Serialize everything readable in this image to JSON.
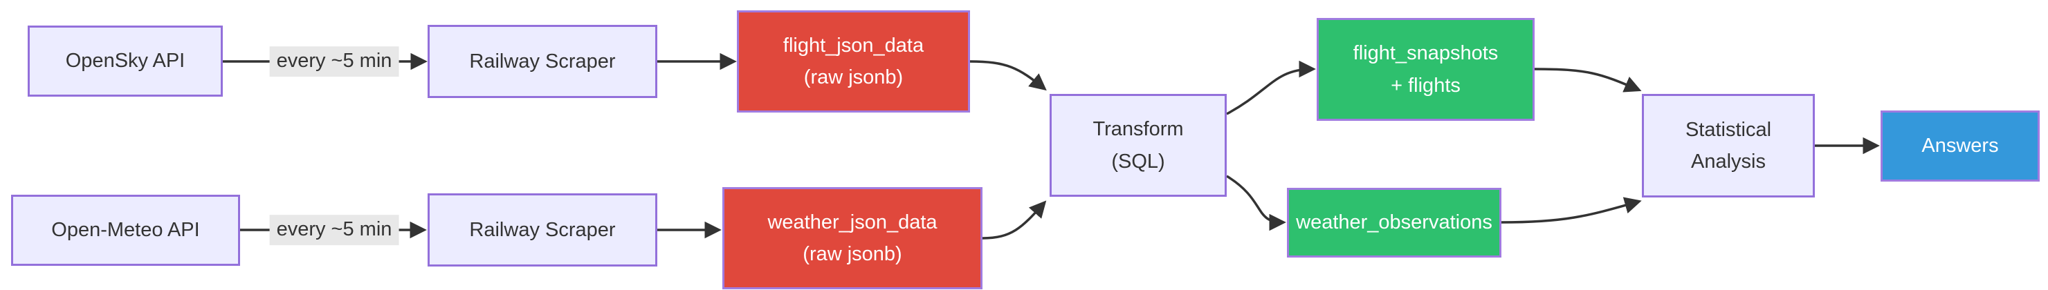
{
  "diagram_type": "flowchart-left-to-right",
  "colors": {
    "node_fill": "#ECECFF",
    "node_border": "#9370DB",
    "raw_jsonb_fill": "#E0483C",
    "tables_fill": "#2EC06E",
    "answers_fill": "#3498DB",
    "edge_line": "#333333",
    "text_dark": "#333333",
    "text_light": "#FFFFFF",
    "edge_label_bg": "#E8E8E8"
  },
  "nodes": {
    "opensky": {
      "label": "OpenSky API"
    },
    "scraper_top": {
      "label": "Railway Scraper"
    },
    "flight_raw": {
      "line1": "flight_json_data",
      "line2": "(raw jsonb)"
    },
    "openmeteo": {
      "label": "Open-Meteo API"
    },
    "scraper_bottom": {
      "label": "Railway Scraper"
    },
    "weather_raw": {
      "line1": "weather_json_data",
      "line2": "(raw jsonb)"
    },
    "transform": {
      "line1": "Transform",
      "line2": "(SQL)"
    },
    "flight_tables": {
      "line1": "flight_snapshots",
      "line2": "+ flights"
    },
    "weather_obs": {
      "label": "weather_observations"
    },
    "stats": {
      "line1": "Statistical",
      "line2": "Analysis"
    },
    "answers": {
      "label": "Answers"
    }
  },
  "edges": {
    "poll_top": {
      "from": "OpenSky API",
      "to": "Railway Scraper",
      "label": "every ~5 min"
    },
    "poll_bottom": {
      "from": "Open-Meteo API",
      "to": "Railway Scraper",
      "label": "every ~5 min"
    },
    "scrape_flight": {
      "from": "Railway Scraper",
      "to": "flight_json_data (raw jsonb)"
    },
    "scrape_weather": {
      "from": "Railway Scraper",
      "to": "weather_json_data (raw jsonb)"
    },
    "flight_to_transform": {
      "from": "flight_json_data (raw jsonb)",
      "to": "Transform (SQL)"
    },
    "weather_to_transform": {
      "from": "weather_json_data (raw jsonb)",
      "to": "Transform (SQL)"
    },
    "transform_to_flight_tables": {
      "from": "Transform (SQL)",
      "to": "flight_snapshots + flights"
    },
    "transform_to_weather_obs": {
      "from": "Transform (SQL)",
      "to": "weather_observations"
    },
    "flight_tables_to_stats": {
      "from": "flight_snapshots + flights",
      "to": "Statistical Analysis"
    },
    "weather_obs_to_stats": {
      "from": "weather_observations",
      "to": "Statistical Analysis"
    },
    "stats_to_answers": {
      "from": "Statistical Analysis",
      "to": "Answers"
    }
  }
}
